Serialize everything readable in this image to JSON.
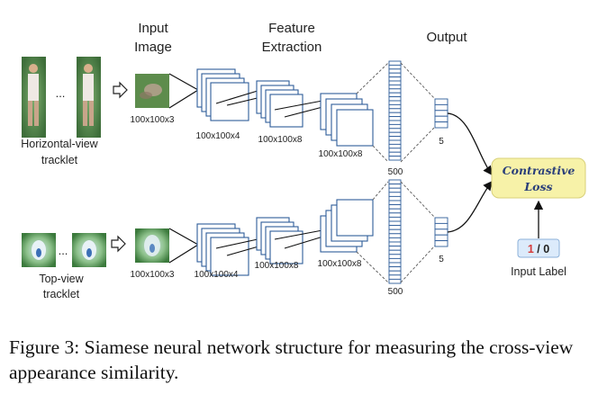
{
  "headers": {
    "input_image": [
      "Input",
      "Image"
    ],
    "feature_extraction": [
      "Feature",
      "Extraction"
    ],
    "output": "Output"
  },
  "branches": {
    "top": {
      "tracklet_label": [
        "Horizontal-view",
        "tracklet"
      ],
      "input_size": "100x100x3",
      "conv_sizes": [
        "100x100x4",
        "100x100x8",
        "100x100x8"
      ],
      "fc_size": "500",
      "out_size": "5"
    },
    "bottom": {
      "tracklet_label": [
        "Top-view",
        "tracklet"
      ],
      "input_size": "100x100x3",
      "conv_sizes": [
        "100x100x4",
        "100x100x8",
        "100x100x8"
      ],
      "fc_size": "500",
      "out_size": "5"
    }
  },
  "ellipsis": "...",
  "loss": [
    "Contrastive",
    "Loss"
  ],
  "input_label": {
    "one": "1",
    "slash": " / ",
    "zero": "0",
    "caption": "Input Label"
  },
  "figure_caption": "Figure 3: Siamese neural network structure for measuring the cross-view appearance similarity.",
  "colors": {
    "layer_stroke": "#2e5c99",
    "loss_fill": "#f7f2a8",
    "label_one": "#d63b3b",
    "label_box_fill": "#dcebfb"
  }
}
